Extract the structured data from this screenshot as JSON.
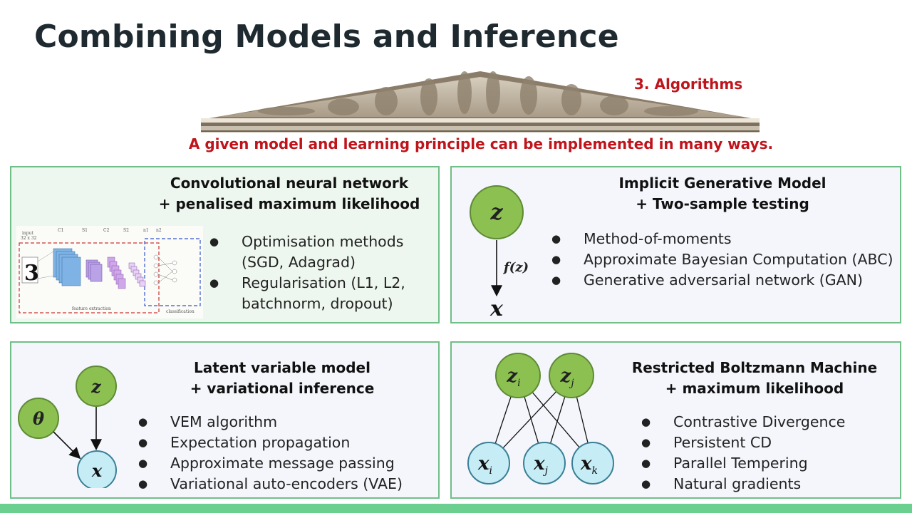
{
  "title": "Combining Models and Inference",
  "section_label": "3. Algorithms",
  "subtitle": "A given model and learning principle can be implemented in many ways.",
  "panels": {
    "cnn": {
      "title_line1": "Convolutional neural network",
      "title_line2": "+ penalised maximum likelihood",
      "bullets": [
        "Optimisation methods (SGD,  Adagrad)",
        "Regularisation (L1, L2, batchnorm, dropout)"
      ],
      "diagram": {
        "input_label": "input",
        "input_size": "32 x 32",
        "digit": "3",
        "top_labels": [
          "C1",
          "S1",
          "C2",
          "S2",
          "n1",
          "n2"
        ],
        "feature_extraction": "feature extraction",
        "classification": "classification"
      }
    },
    "igm": {
      "title_line1": "Implicit Generative Model",
      "title_line2": "+ Two-sample testing",
      "bullets": [
        "Method-of-moments",
        "Approximate Bayesian Computation (ABC)",
        "Generative adversarial network (GAN)"
      ],
      "node_z": "z",
      "edge_label": "f(z)",
      "node_x": "x"
    },
    "lvm": {
      "title_line1": "Latent variable model",
      "title_line2": "+ variational inference",
      "bullets": [
        "VEM algorithm",
        "Expectation propagation",
        "Approximate message passing",
        "Variational auto-encoders (VAE)"
      ],
      "node_z": "z",
      "node_theta": "θ",
      "node_x": "x"
    },
    "rbm": {
      "title_line1": "Restricted Boltzmann Machine",
      "title_line2": "+ maximum likelihood",
      "bullets": [
        "Contrastive Divergence",
        "Persistent CD",
        "Parallel Tempering",
        "Natural gradients"
      ],
      "hidden": [
        {
          "base": "z",
          "sub": "i"
        },
        {
          "base": "z",
          "sub": "j"
        }
      ],
      "visible": [
        {
          "base": "x",
          "sub": "i"
        },
        {
          "base": "x",
          "sub": "j"
        },
        {
          "base": "x",
          "sub": "k"
        }
      ]
    }
  },
  "colors": {
    "accent_red": "#c0141b",
    "panel_border": "#6fbf87",
    "node_green": "#8cc152",
    "node_cyan": "#c6ecf5",
    "bottom_bar": "#6bcf8f"
  }
}
